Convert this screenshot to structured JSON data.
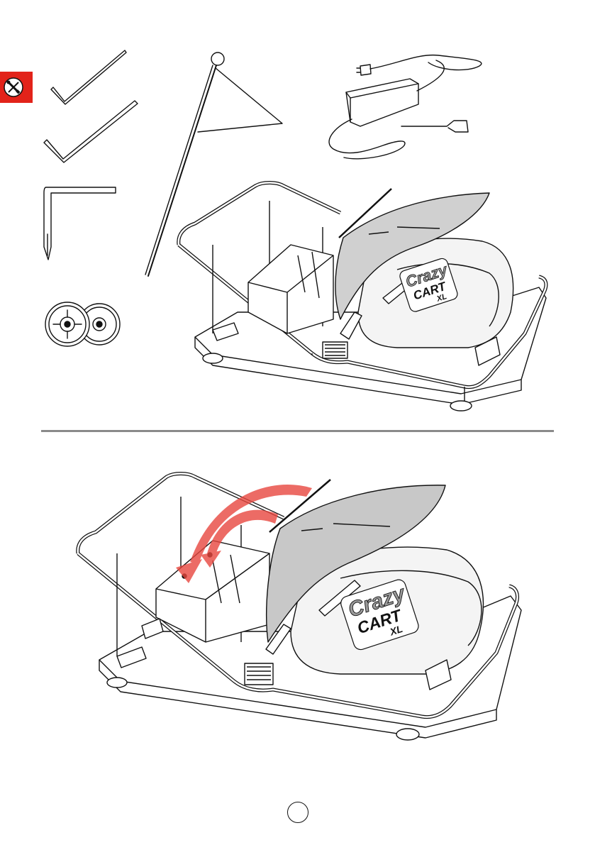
{
  "section_icon": "tools-icon",
  "page_number": "",
  "brand": {
    "logo_line1": "Crazy",
    "logo_line2": "CART",
    "logo_line3": "XL"
  },
  "colors": {
    "tab_red": "#e2231a",
    "arrow_red": "#e8473f",
    "flag_gray": "#c8c8c8",
    "divider": "#8a8a8a"
  },
  "parts_shown": [
    "small-hex-key-icon",
    "large-hex-key-icon",
    "screwdriver-key-icon",
    "spare-wheels-icon",
    "safety-flag-icon",
    "battery-charger-icon"
  ]
}
